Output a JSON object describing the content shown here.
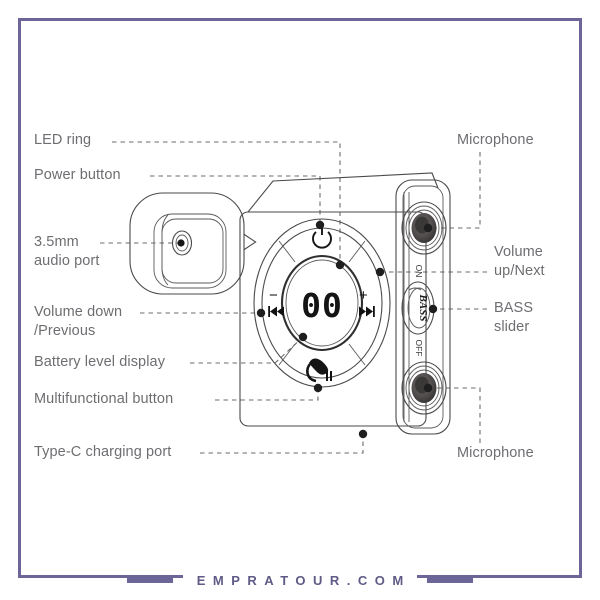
{
  "page": {
    "frame_color": "#6b6598",
    "label_color": "#6e6e72",
    "line_color": "#4a4a4a",
    "background": "#ffffff"
  },
  "labels": {
    "left": [
      {
        "id": "led-ring",
        "text": "LED ring"
      },
      {
        "id": "power-button",
        "text": "Power button"
      },
      {
        "id": "audio-port",
        "text": "3.5mm\naudio port"
      },
      {
        "id": "volume-down",
        "text": "Volume down\n/Previous"
      },
      {
        "id": "battery-display",
        "text": "Battery level display"
      },
      {
        "id": "multifunctional",
        "text": "Multifunctional button"
      },
      {
        "id": "type-c",
        "text": "Type-C charging port"
      }
    ],
    "right": [
      {
        "id": "microphone-top",
        "text": "Microphone"
      },
      {
        "id": "volume-up",
        "text": "Volume\nup/Next"
      },
      {
        "id": "bass-slider",
        "text": "BASS\nslider"
      },
      {
        "id": "microphone-bottom",
        "text": "Microphone"
      }
    ]
  },
  "device": {
    "display_value": "00",
    "slider": {
      "on_label": "ON",
      "off_label": "OFF",
      "knob_label": "BASS"
    },
    "ring_icons": {
      "top": "power-icon",
      "left": "previous-track-icon",
      "left_sign": "−",
      "right": "next-track-icon",
      "right_sign": "+",
      "bottom": "call-play-pause-icon"
    }
  },
  "footer": {
    "text": "EMPRATOUR.COM",
    "accent_color": "#6b6598"
  }
}
